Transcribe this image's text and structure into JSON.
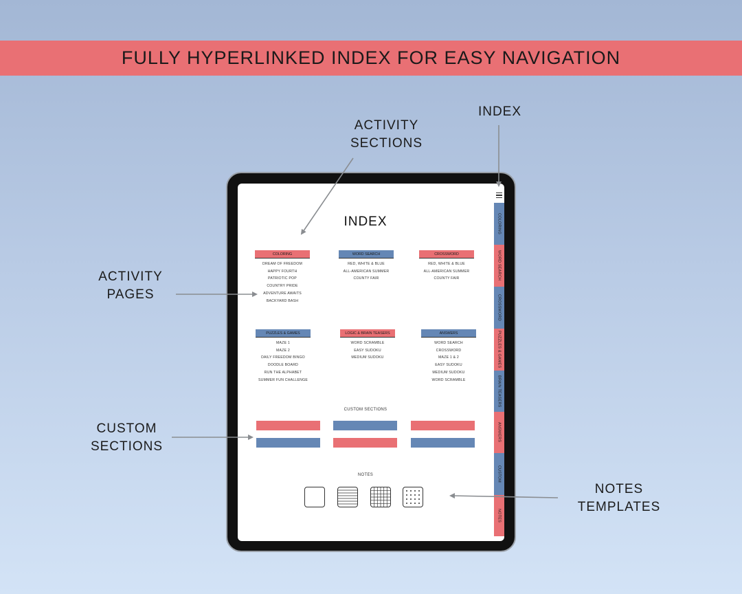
{
  "banner": {
    "text": "FULLY HYPERLINKED INDEX FOR EASY NAVIGATION"
  },
  "callouts": {
    "activity_sections": "ACTIVITY\nSECTIONS",
    "index": "INDEX",
    "activity_pages": "ACTIVITY\nPAGES",
    "custom_sections": "CUSTOM\nSECTIONS",
    "notes_templates": "NOTES\nTEMPLATES"
  },
  "screen": {
    "title": "INDEX",
    "sections": [
      {
        "label": "COLORING",
        "color": "#e97074",
        "items": [
          "DREAM OF FREEDOM",
          "HAPPY FOURTH",
          "PATRIOTIC POP",
          "COUNTRY PRIDE",
          "ADVENTURE AWAITS",
          "BACKYARD BASH"
        ]
      },
      {
        "label": "WORD SEARCH",
        "color": "#6587b5",
        "items": [
          "RED, WHITE & BLUE",
          "ALL-AMERICAN SUMMER",
          "COUNTY FAIR"
        ]
      },
      {
        "label": "CROSSWORD",
        "color": "#e97074",
        "items": [
          "RED, WHITE & BLUE",
          "ALL-AMERICAN SUMMER",
          "COUNTY FAIR"
        ]
      },
      {
        "label": "PUZZLES & GAMES",
        "color": "#6587b5",
        "items": [
          "MAZE 1",
          "MAZE 2",
          "DAILY FREEDOM BINGO",
          "DOODLE BOARD",
          "RUN THE ALPHABET",
          "SUMMER FUN CHALLENGE"
        ]
      },
      {
        "label": "LOGIC & BRAIN TEASERS",
        "color": "#e97074",
        "items": [
          "WORD SCRAMBLE",
          "EASY SUDOKU",
          "MEDIUM SUDOKU"
        ]
      },
      {
        "label": "ANSWERS",
        "color": "#6587b5",
        "items": [
          "WORD SEARCH",
          "CROSSWORD",
          "MAZE 1 & 2",
          "EASY SUDOKU",
          "MEDIUM SUDOKU",
          "WORD SCRAMBLE"
        ]
      }
    ],
    "custom_title": "CUSTOM SECTIONS",
    "custom_colors": [
      "#e97074",
      "#6587b5",
      "#e97074",
      "#6587b5",
      "#e97074",
      "#6587b5"
    ],
    "notes_title": "NOTES",
    "notes_templates": [
      {
        "icon": "blank-note-icon"
      },
      {
        "icon": "lined-note-icon"
      },
      {
        "icon": "grid-note-icon"
      },
      {
        "icon": "dotted-note-icon"
      }
    ],
    "side_tabs": [
      {
        "label": "COLORING",
        "color": "#6587b5"
      },
      {
        "label": "WORD SEARCH",
        "color": "#e97074"
      },
      {
        "label": "CROSSWORD",
        "color": "#6587b5"
      },
      {
        "label": "PUZZLES & GAMES",
        "color": "#e97074"
      },
      {
        "label": "BRAIN TEASERS",
        "color": "#6587b5"
      },
      {
        "label": "ANSWERS",
        "color": "#e97074"
      },
      {
        "label": "CUSTOM",
        "color": "#6587b5"
      },
      {
        "label": "NOTES",
        "color": "#e97074"
      }
    ]
  }
}
